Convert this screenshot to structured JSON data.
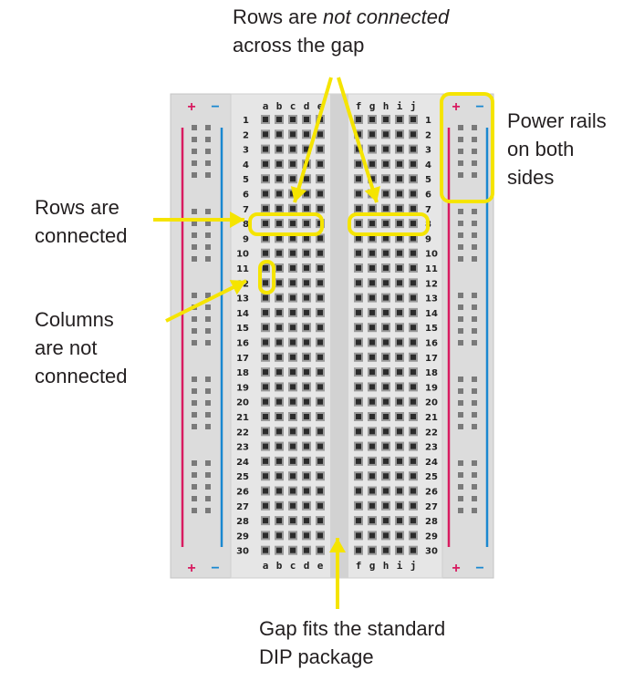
{
  "labels": {
    "top_line1_prefix": "Rows are ",
    "top_line1_emph": "not connected",
    "top_line2": "across the gap",
    "rows_connected_line1": "Rows are",
    "rows_connected_line2": "connected",
    "columns_line1": "Columns",
    "columns_line2": "are not",
    "columns_line3": "connected",
    "power_line1": "Power rails",
    "power_line2": "on both",
    "power_line3": "sides",
    "gap_line1": "Gap fits the standard",
    "gap_line2": "DIP package"
  },
  "board": {
    "left_columns": [
      "a",
      "b",
      "c",
      "d",
      "e"
    ],
    "right_columns": [
      "f",
      "g",
      "h",
      "i",
      "j"
    ],
    "row_count": 30,
    "rail_plus": "+",
    "rail_minus": "−"
  },
  "colors": {
    "highlight": "#f5e400",
    "arrow": "#f5e400",
    "rail_red": "#d81b60",
    "rail_blue": "#1a88d0",
    "board": "#e6e6e6",
    "hole": "#2b2b2b",
    "text": "#231f20"
  }
}
